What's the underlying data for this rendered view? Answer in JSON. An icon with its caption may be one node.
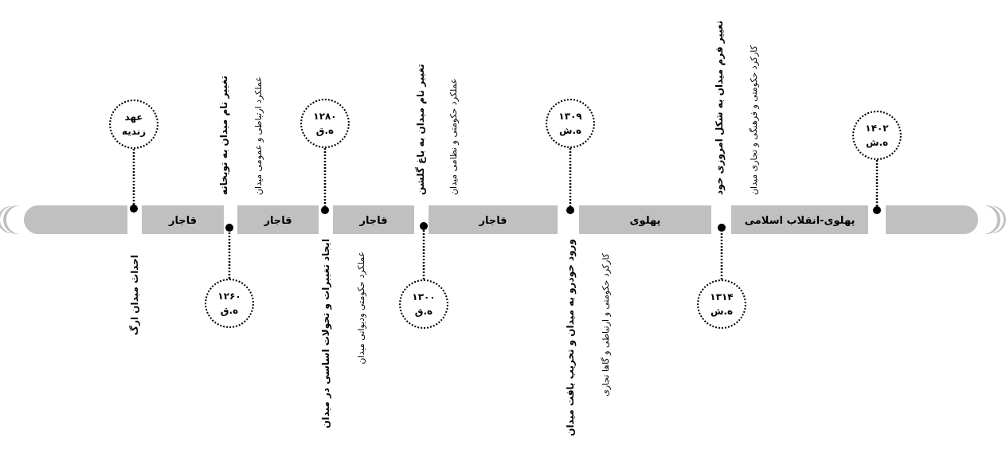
{
  "diagram": {
    "nodes": [
      {
        "text": [],
        "shape": "bar"
      },
      {
        "text": [
          "قاجار"
        ]
      },
      {
        "text": [
          "قاجار"
        ]
      },
      {
        "text": [
          "قاجار"
        ]
      },
      {
        "text": [
          "قاجار"
        ]
      },
      {
        "text": [
          "پهلوی"
        ]
      },
      {
        "text": [
          "پهلوی-انقلاب اسلامی"
        ]
      },
      {
        "text": [],
        "shape": "bar"
      },
      {
        "text": [
          "عهد زندیه"
        ]
      },
      {
        "text": [
          "۱۲۶۰ ه.ق"
        ]
      },
      {
        "text": [
          "۱۲۸۰ ه.ق"
        ]
      },
      {
        "text": [
          "۱۳۰۰ ه.ق"
        ]
      },
      {
        "text": [
          "۱۳۰۹ ه.ش"
        ]
      },
      {
        "text": [
          "۱۳۱۴ ه.ش"
        ]
      },
      {
        "text": [
          "۱۴۰۲ ه.ش"
        ]
      },
      {
        "text": [],
        "shape": "circle"
      },
      {
        "text": [],
        "shape": "circle"
      },
      {
        "text": [],
        "shape": "circle"
      },
      {
        "text": [],
        "shape": "circle"
      },
      {
        "text": [],
        "shape": "circle"
      },
      {
        "text": [],
        "shape": "circle"
      },
      {
        "text": [],
        "shape": "circle"
      }
    ],
    "edges": [
      {
        "from": 8,
        "to": 15,
        "arrow": "none"
      },
      {
        "from": 9,
        "to": 16,
        "arrow": "none"
      },
      {
        "from": 10,
        "to": 17,
        "arrow": "none"
      },
      {
        "from": 11,
        "to": 18,
        "arrow": "none"
      },
      {
        "from": 12,
        "to": 19,
        "arrow": "none"
      },
      {
        "from": 13,
        "to": 20,
        "arrow": "none"
      },
      {
        "from": 14,
        "to": 21,
        "arrow": "none"
      }
    ],
    "labels": [
      "احداث میدان ارگ",
      "تغییر نام میدان به توپخانه",
      "عملکرد ارتباطی و عمومی میدان",
      "ایجاد تغییرات و تحولات اساسی در میدان",
      "عملکرد حکومتی ودیوانی میدان",
      "تغییر نام میدان به باغ گلشن",
      "عملکرد حکومتی و نظامی میدان",
      "ورود خودرو به میدان و تخریب بافت میدان",
      "کارکرد حکومتی و ارتباطی و گاها تجاری",
      "تغییر فرم میدان به شکل امروزی خود",
      "کارکرد حکومتی و فرهنگی و تجاری میدان"
    ]
  }
}
